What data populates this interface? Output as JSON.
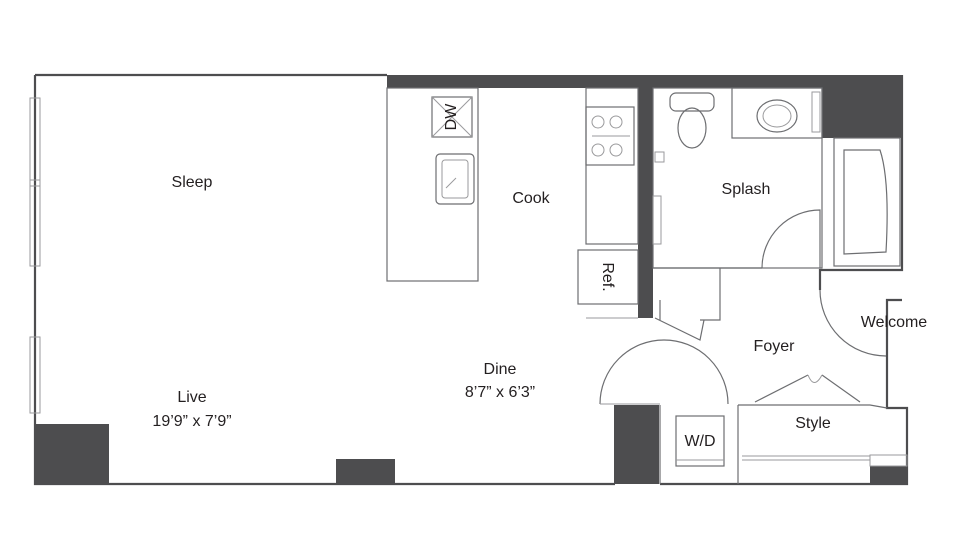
{
  "rooms": {
    "sleep": "Sleep",
    "cook": "Cook",
    "splash": "Splash",
    "welcome": "Welcome",
    "foyer": "Foyer",
    "dine": "Dine",
    "dine_dims": "8’7” x 6’3”",
    "live": "Live",
    "live_dims": "19’9” x 7’9”",
    "style": "Style"
  },
  "fixtures": {
    "dishwasher": "DW",
    "refrigerator": "Ref.",
    "washer_dryer": "W/D"
  },
  "colors": {
    "wall": "#4d4d4f",
    "line": "#6d6e71",
    "text": "#231f20"
  }
}
